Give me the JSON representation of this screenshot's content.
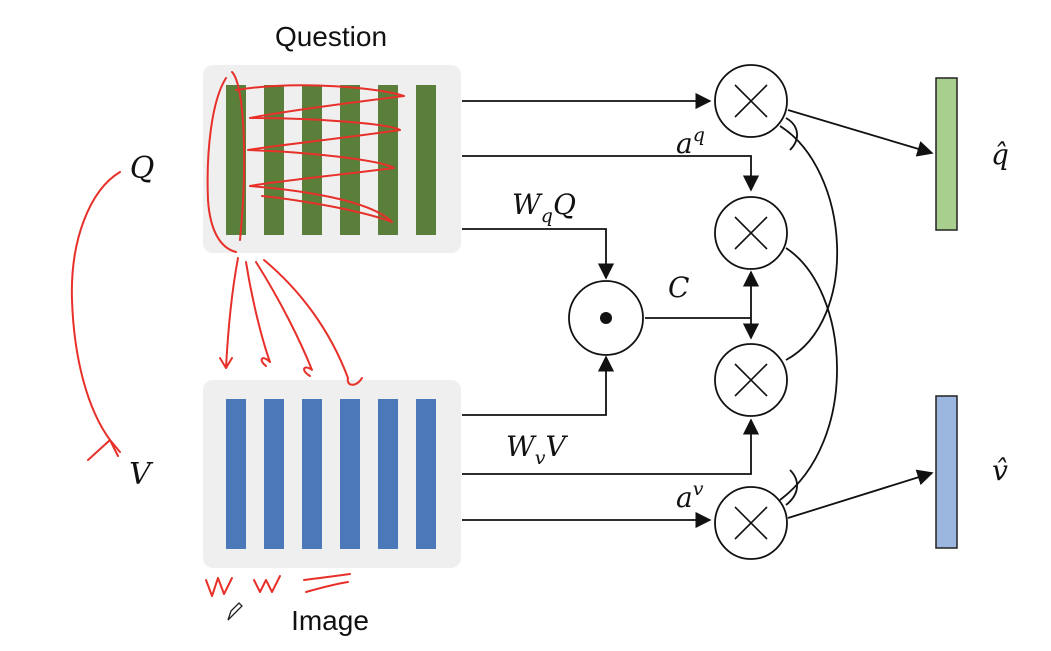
{
  "labels": {
    "question": "Question",
    "image": "Image",
    "Q": "Q",
    "V": "V",
    "wq_main": "W",
    "wq_sub": "q",
    "wq_tail": "Q",
    "wv_main": "W",
    "wv_sub": "v",
    "wv_tail": "V",
    "C": "C",
    "aq_main": "a",
    "aq_sup": "q",
    "av_main": "a",
    "av_sup": "v",
    "qhat": "q̂",
    "vhat": "v̂"
  },
  "colors": {
    "question_bar": "#5a7f3a",
    "image_bar": "#4a78b8",
    "qhat_fill": "#a9cf8e",
    "vhat_fill": "#9bb7df",
    "panel_bg": "#efefef",
    "annotation_ink": "#e8302a"
  },
  "icons": {
    "multiply": "circle-times-icon",
    "dot": "circle-dot-icon",
    "pen": "pencil-cursor-icon"
  }
}
